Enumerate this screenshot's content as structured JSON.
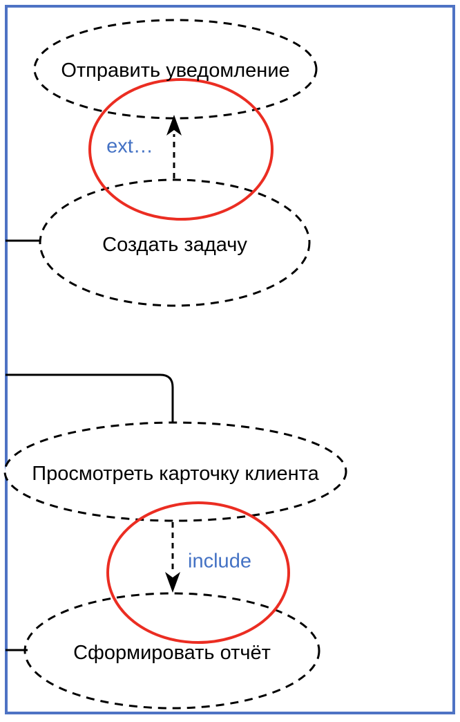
{
  "colors": {
    "frame-blue": "#4E73C4",
    "shape-stroke": "#000000",
    "highlight-red": "#EB2D22",
    "relation-label-blue": "#4472C4"
  },
  "use_cases": [
    {
      "label": "Отправить уведомление"
    },
    {
      "label": "Создать задачу"
    },
    {
      "label": "Просмотреть карточку клиента"
    },
    {
      "label": "Сформировать отчёт"
    }
  ],
  "relationships": [
    {
      "type": "extend",
      "label": "ext…",
      "from": "Создать задачу",
      "to": "Отправить уведомление",
      "line": "dashed",
      "arrow_direction": "up",
      "highlighted": true
    },
    {
      "type": "include",
      "label": "include",
      "from": "Просмотреть карточку клиента",
      "to": "Сформировать отчёт",
      "line": "dashed",
      "arrow_direction": "down",
      "highlighted": true
    }
  ],
  "actor_connector_count": 3
}
